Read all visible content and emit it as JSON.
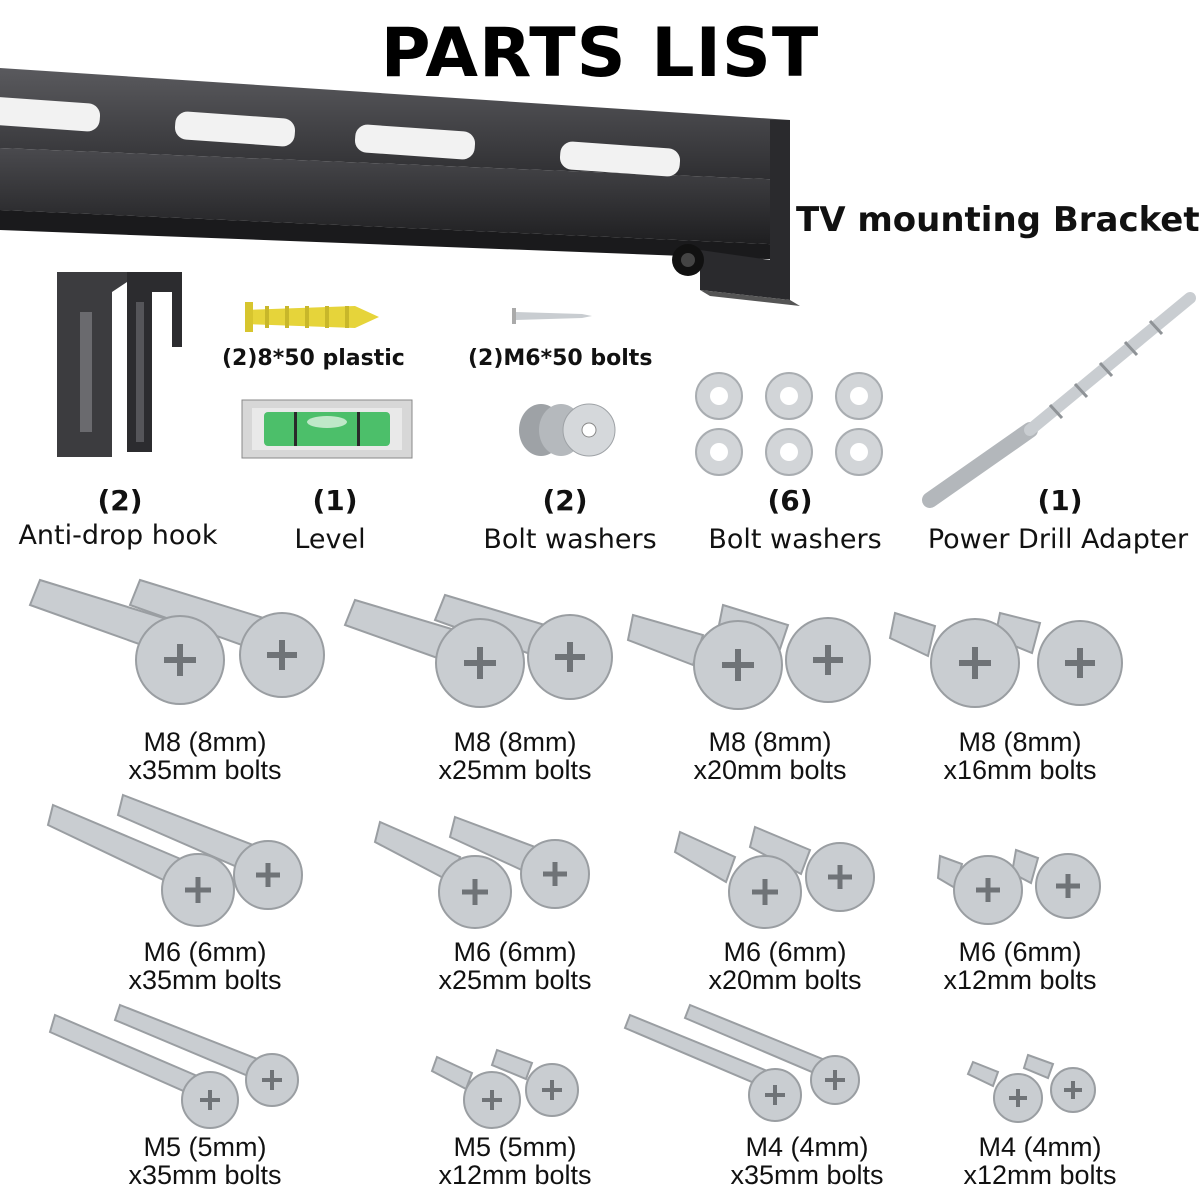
{
  "title": "PARTS LIST",
  "bracket_label": "TV mounting Bracket",
  "accessories": {
    "anchors_label": "(2)8*50 plastic",
    "screws_label": "(2)M6*50 bolts"
  },
  "items": [
    {
      "qty": "(2)",
      "name": "Anti-drop hook"
    },
    {
      "qty": "(1)",
      "name": "Level"
    },
    {
      "qty": "(2)",
      "name": "Bolt washers"
    },
    {
      "qty": "(6)",
      "name": "Bolt washers"
    },
    {
      "qty": "(1)",
      "name": "Power Drill Adapter"
    }
  ],
  "bolts": [
    {
      "line1": "M8 (8mm)",
      "line2": "x35mm bolts"
    },
    {
      "line1": "M8 (8mm)",
      "line2": "x25mm bolts"
    },
    {
      "line1": "M8 (8mm)",
      "line2": "x20mm bolts"
    },
    {
      "line1": "M8 (8mm)",
      "line2": "x16mm bolts"
    },
    {
      "line1": "M6 (6mm)",
      "line2": "x35mm bolts"
    },
    {
      "line1": "M6 (6mm)",
      "line2": "x25mm bolts"
    },
    {
      "line1": "M6 (6mm)",
      "line2": "x20mm bolts"
    },
    {
      "line1": "M6 (6mm)",
      "line2": "x12mm bolts"
    },
    {
      "line1": "M5 (5mm)",
      "line2": "x35mm bolts"
    },
    {
      "line1": "M5 (5mm)",
      "line2": "x12mm bolts"
    },
    {
      "line1": "M4 (4mm)",
      "line2": "x35mm bolts"
    },
    {
      "line1": "M4 (4mm)",
      "line2": "x12mm bolts"
    }
  ],
  "colors": {
    "bracket": "#3a3a3c",
    "level_green": "#4cbf6a",
    "anchor_yellow": "#e6d43a",
    "steel": "#c9cdd1"
  }
}
